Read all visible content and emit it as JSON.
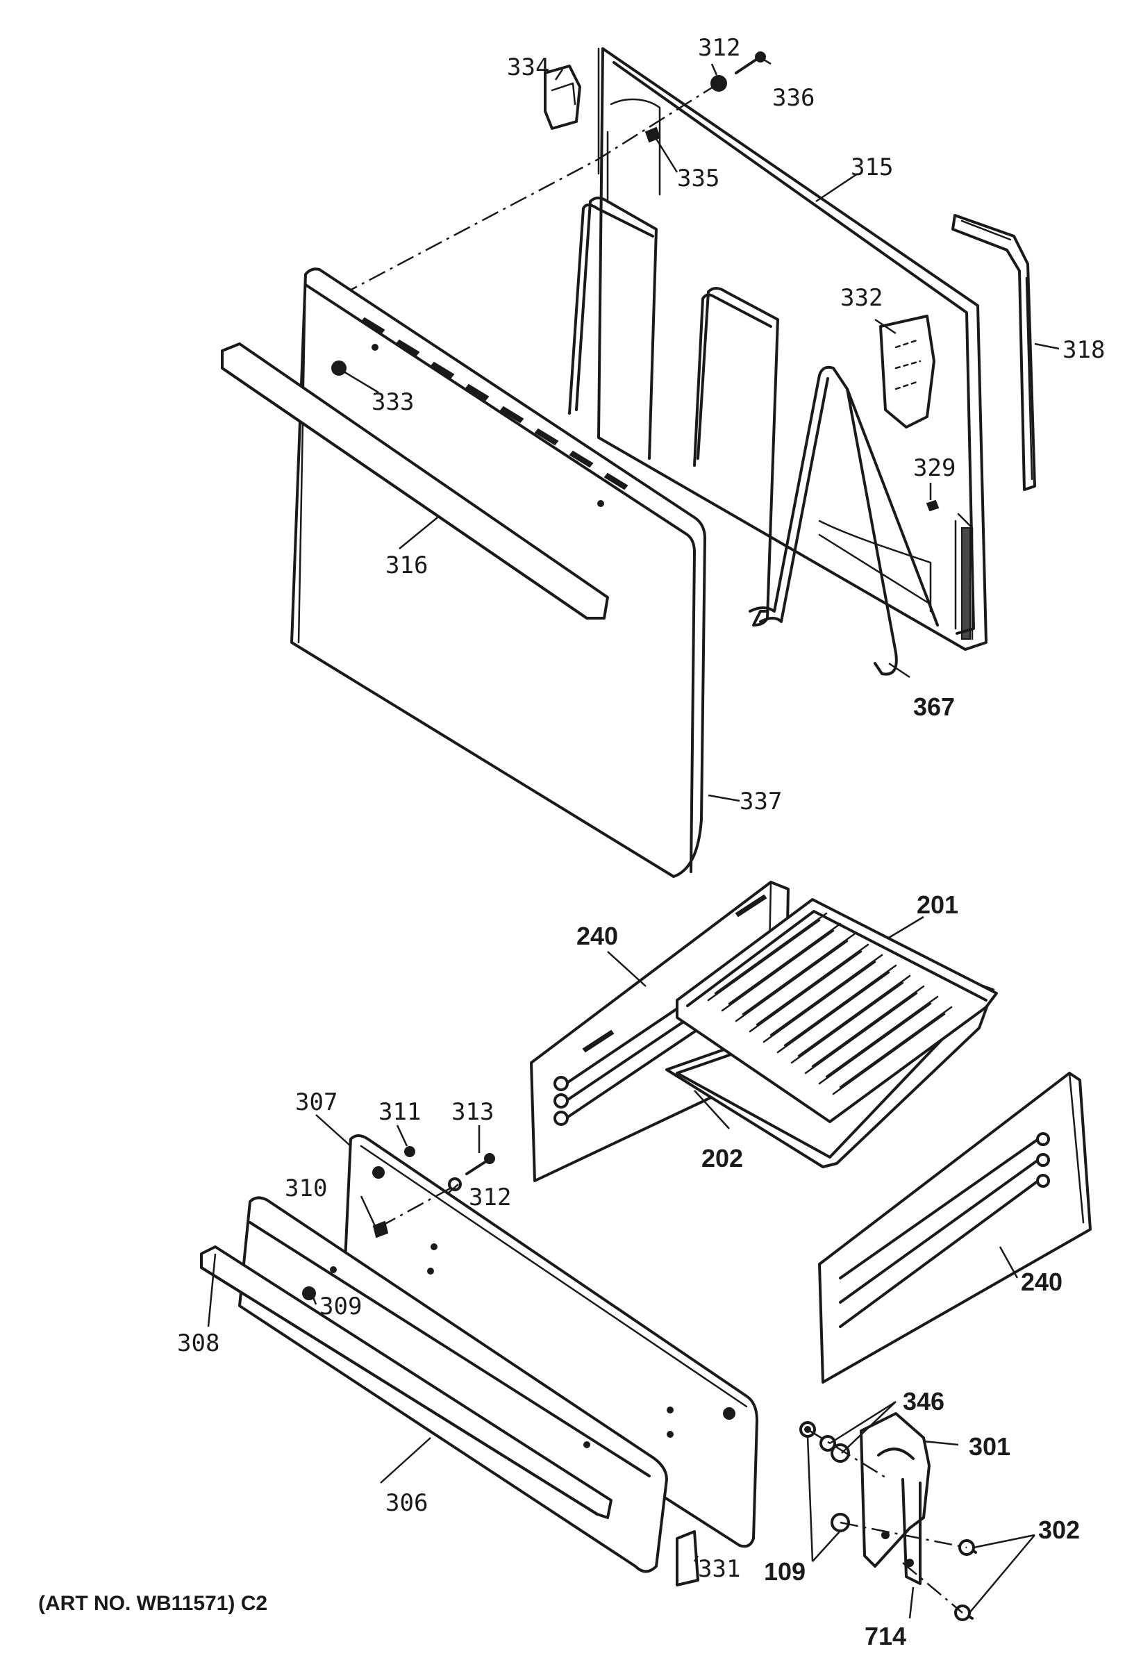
{
  "footer": {
    "art_no": "(ART NO. WB11571) C2"
  },
  "callouts": {
    "c312a": "312",
    "c336": "336",
    "c334": "334",
    "c335": "335",
    "c315": "315",
    "c318": "318",
    "c332": "332",
    "c333": "333",
    "c329": "329",
    "c316": "316",
    "c367": "367",
    "c337": "337",
    "c240a": "240",
    "c201": "201",
    "c202": "202",
    "c307": "307",
    "c311": "311",
    "c313": "313",
    "c312b": "312",
    "c310": "310",
    "c309": "309",
    "c308": "308",
    "c240b": "240",
    "c306": "306",
    "c346": "346",
    "c301": "301",
    "c302": "302",
    "c109": "109",
    "c331": "331",
    "c714": "714"
  }
}
